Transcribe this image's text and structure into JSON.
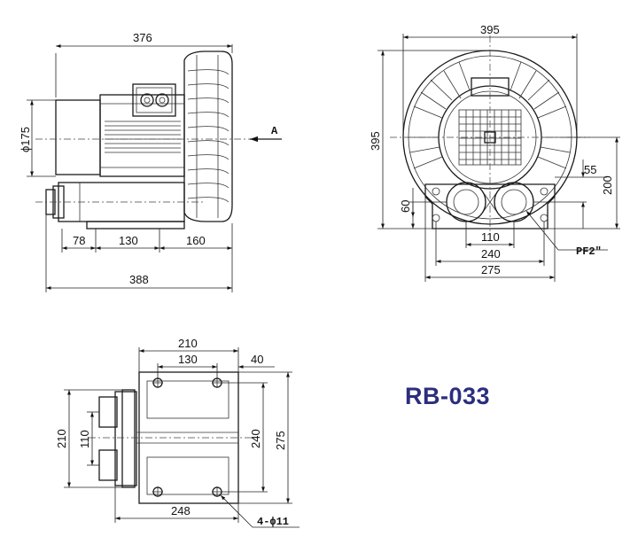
{
  "title": "RB-033",
  "side_view": {
    "overall_length": "376",
    "motor_diameter": "ϕ175",
    "base_78": "78",
    "base_130": "130",
    "base_160": "160",
    "base_388": "388",
    "view_label": "A"
  },
  "front_view": {
    "width": "395",
    "height": "395",
    "port_spacing": "110",
    "base_240": "240",
    "base_275": "275",
    "h_55": "55",
    "h_200": "200",
    "h_60": "60",
    "port_thread": "PF2\""
  },
  "bottom_view": {
    "w_210": "210",
    "w_130": "130",
    "w_40": "40",
    "w_248": "248",
    "h_210": "210",
    "h_110": "110",
    "h_240": "240",
    "h_275": "275",
    "holes": "4-ϕ11"
  }
}
